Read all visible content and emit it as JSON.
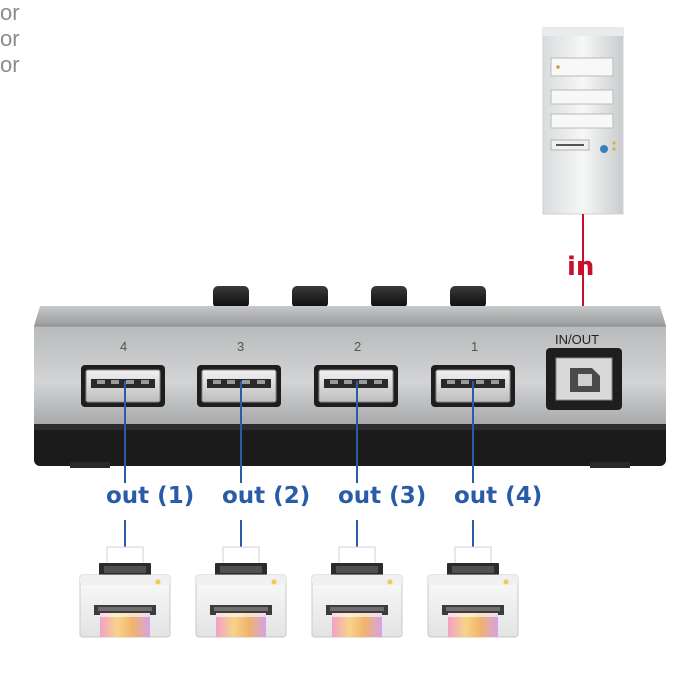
{
  "connection": {
    "in_label": "in",
    "upstream_port_label": "IN/OUT"
  },
  "hub": {
    "port_numbers": [
      "4",
      "3",
      "2",
      "1"
    ],
    "button_count": 4
  },
  "outputs": [
    {
      "label": "out (1)"
    },
    {
      "label": "out (2)"
    },
    {
      "label": "out (3)"
    },
    {
      "label": "out (4)"
    }
  ],
  "separator_word": "or",
  "colors": {
    "in_line": "#c8102e",
    "out_line": "#2a5ba8",
    "hub_silver": "#a9aaab",
    "hub_black": "#1b1b1b"
  },
  "icons": {
    "computer": "tower-pc-icon",
    "device": "printer-icon",
    "port": "usb-a-port-icon",
    "upstream_port": "usb-b-port-icon"
  }
}
